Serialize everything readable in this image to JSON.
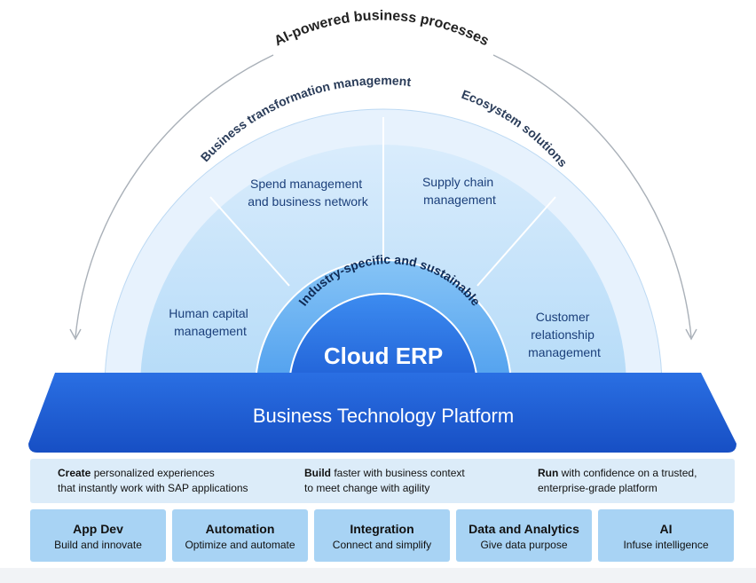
{
  "outer_arc_label": "AI-powered business processes",
  "band_labels": {
    "left": "Business transformation management",
    "right": "Ecosystem solutions"
  },
  "segments": [
    {
      "lines": [
        "Human capital",
        "management"
      ]
    },
    {
      "lines": [
        "Spend management",
        "and business network"
      ]
    },
    {
      "lines": [
        "Supply chain",
        "management"
      ]
    },
    {
      "lines": [
        "Customer",
        "relationship",
        "management"
      ]
    }
  ],
  "inner_ring_label": "Industry-specific and sustainable",
  "core_label": "Cloud ERP",
  "platform_label": "Business Technology Platform",
  "features": [
    {
      "bold": "Create",
      "rest": " personalized experiences",
      "line2": "that instantly work with SAP applications"
    },
    {
      "bold": "Build",
      "rest": " faster with business context",
      "line2": "to meet change with agility"
    },
    {
      "bold": "Run",
      "rest": " with confidence on a trusted,",
      "line2": "enterprise-grade platform"
    }
  ],
  "pillars": [
    {
      "title": "App Dev",
      "subtitle": "Build and innovate"
    },
    {
      "title": "Automation",
      "subtitle": "Optimize and automate"
    },
    {
      "title": "Integration",
      "subtitle": "Connect and simplify"
    },
    {
      "title": "Data and Analytics",
      "subtitle": "Give data purpose"
    },
    {
      "title": "AI",
      "subtitle": "Infuse intelligence"
    }
  ],
  "colors": {
    "platform_blue": "#1f63dc",
    "core_blue": "#2f7fe8",
    "ring_blue": "#5aa8f0",
    "segment_light": "#cfe6fb",
    "band_light": "#e6f2fd",
    "pillar_bg": "#a8d3f4",
    "feature_bg": "#dcecf9",
    "text_dark": "#1a3a6a",
    "arrow_grey": "#9aa3ad"
  }
}
